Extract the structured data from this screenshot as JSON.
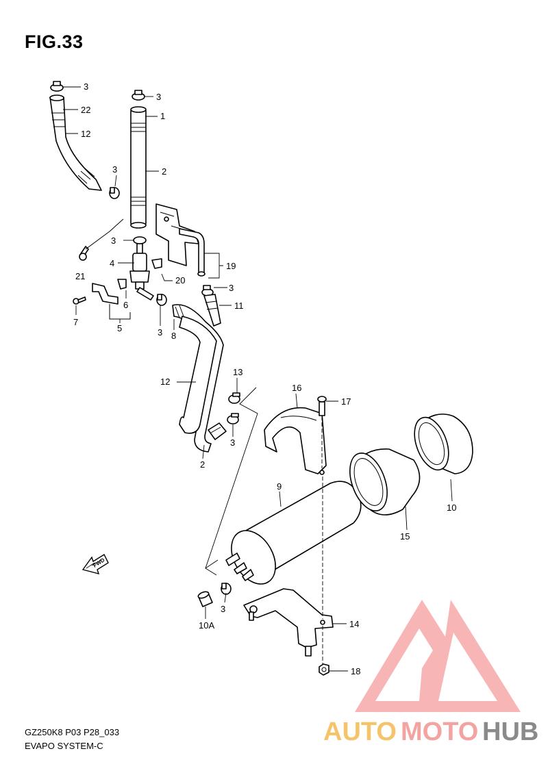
{
  "figure": {
    "title": "FIG.33",
    "model_code": "GZ250K8 P03 P28_033",
    "section_name": "EVAPO SYSTEM-C"
  },
  "fwd_arrow": {
    "label": "FWD"
  },
  "watermark": {
    "text_part_1": "AUTO",
    "text_part_2": "MOTO",
    "text_part_3": "HUB",
    "colors": {
      "auto": "#f5c46a",
      "moto": "#f3a3a0",
      "hub": "#8a8a8a",
      "logo": "#f58f8f"
    }
  },
  "callouts": {
    "c3a": "3",
    "c22": "22",
    "c12a": "12",
    "c3b": "3",
    "c1": "1",
    "c2a": "2",
    "c3c": "3",
    "c3d": "3",
    "c4": "4",
    "c21": "21",
    "c19": "19",
    "c20": "20",
    "c3e": "3",
    "c11": "11",
    "c6": "6",
    "c5": "5",
    "c7": "7",
    "c3f": "3",
    "c8": "8",
    "c12b": "12",
    "c13": "13",
    "c3g": "3",
    "c2b": "2",
    "c16": "16",
    "c17": "17",
    "c9": "9",
    "c10": "10",
    "c15": "15",
    "c3h": "3",
    "c10a": "10A",
    "c14": "14",
    "c18": "18"
  }
}
